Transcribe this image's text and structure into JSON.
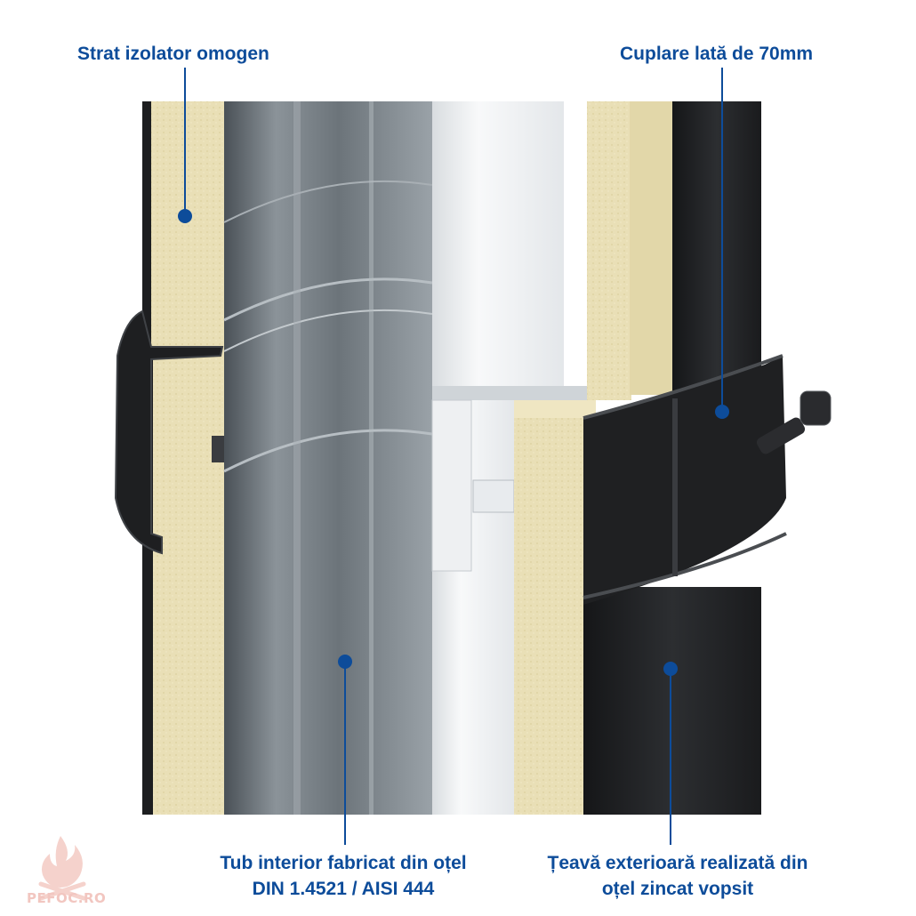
{
  "callouts": {
    "top_left": "Strat izolator omogen",
    "top_right": "Cuplare lată de 70mm",
    "bottom_left_line1": "Tub interior fabricat din oțel",
    "bottom_left_line2": "DIN 1.4521 / AISI 444",
    "bottom_right_line1": "Țeavă exterioară realizată din",
    "bottom_right_line2": "oțel zincat vopsit"
  },
  "watermark": {
    "text": "PEFOC.RO"
  },
  "colors": {
    "accent_blue": "#0d4c9a",
    "insulation": "#e9dfb6",
    "outer_pipe": "#222326",
    "inner_pipe_grey": "#7d858b",
    "watermark": "#f2c6c0"
  }
}
